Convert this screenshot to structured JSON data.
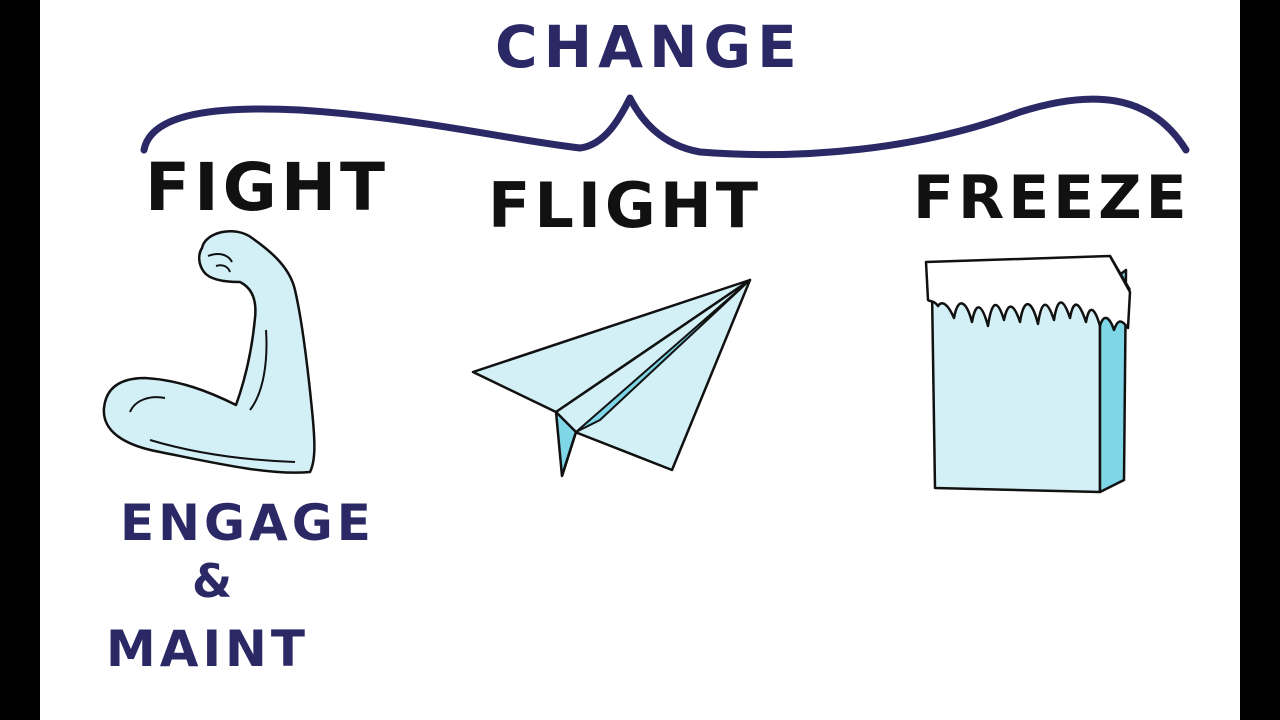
{
  "title": "CHANGE",
  "responses": [
    {
      "label": "FIGHT",
      "icon": "flexed-arm-icon"
    },
    {
      "label": "FLIGHT",
      "icon": "paper-plane-icon"
    },
    {
      "label": "FREEZE",
      "icon": "ice-block-icon"
    }
  ],
  "fight_note": [
    "ENGAGE",
    "&",
    "MAINT"
  ],
  "colors": {
    "navy": "#2b2866",
    "ink": "#111111",
    "ice_light": "#d3f0f6",
    "ice_dark": "#7fd6e6",
    "snow": "#ffffff",
    "background": "#ffffff",
    "frame": "#000000"
  }
}
